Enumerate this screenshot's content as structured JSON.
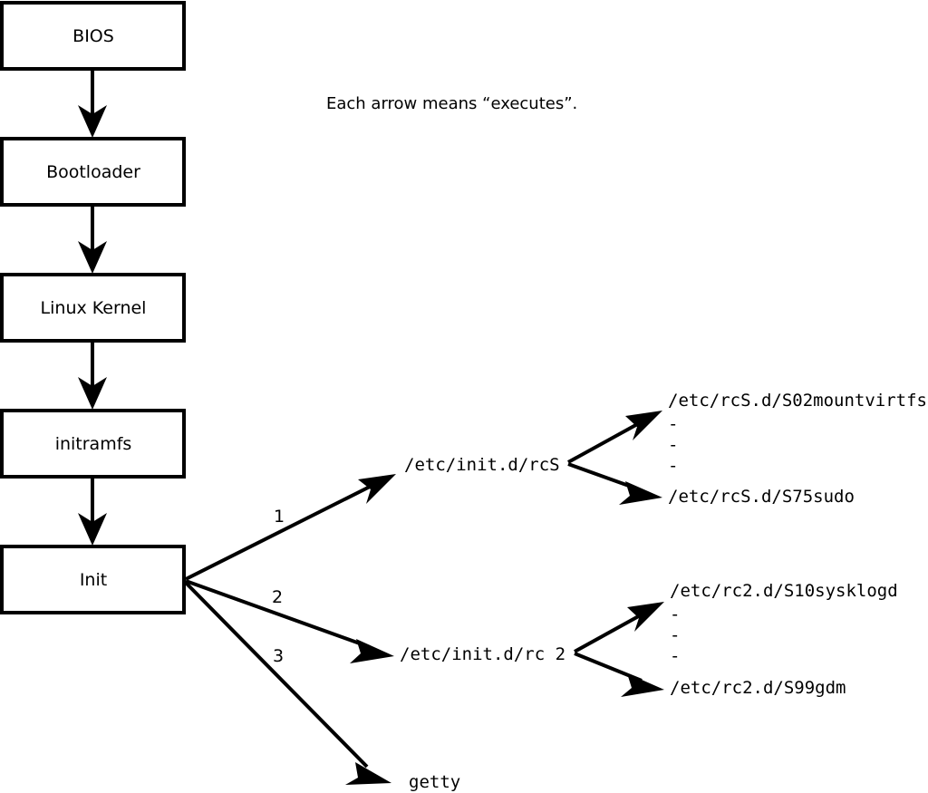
{
  "diagram": {
    "title": "Linux boot process flowchart",
    "caption": "Each arrow means “executes”.",
    "colors": {
      "background": "#ffffff",
      "stroke": "#000000",
      "box_fill": "#ffffff"
    },
    "boxes": [
      {
        "id": "bios",
        "label": "BIOS"
      },
      {
        "id": "bootloader",
        "label": "Bootloader"
      },
      {
        "id": "kernel",
        "label": "Linux Kernel"
      },
      {
        "id": "initramfs",
        "label": "initramfs"
      },
      {
        "id": "init",
        "label": "Init"
      }
    ],
    "branch_numbers": [
      {
        "id": "branch-1",
        "label": "1"
      },
      {
        "id": "branch-2",
        "label": "2"
      },
      {
        "id": "branch-3",
        "label": "3"
      }
    ],
    "init_targets": [
      {
        "id": "rcs",
        "label": "/etc/init.d/rcS"
      },
      {
        "id": "rc2",
        "label": "/etc/init.d/rc 2"
      },
      {
        "id": "getty",
        "label": "getty"
      }
    ],
    "rcs_scripts": {
      "first": "/etc/rcS.d/S02mountvirtfs",
      "ellipsis": [
        "-",
        "-",
        "-"
      ],
      "last": "/etc/rcS.d/S75sudo"
    },
    "rc2_scripts": {
      "first": "/etc/rc2.d/S10sysklogd",
      "ellipsis": [
        "-",
        "-",
        "-"
      ],
      "last": "/etc/rc2.d/S99gdm"
    }
  }
}
